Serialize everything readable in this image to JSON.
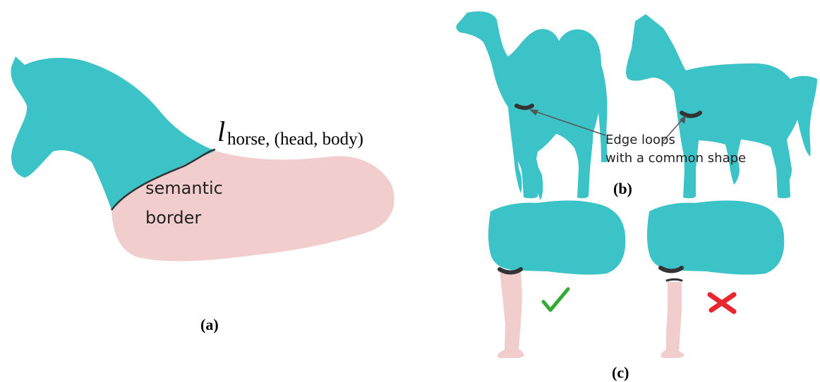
{
  "colors": {
    "part_teal": "#3cc3c7",
    "part_pink": "#f2cdcd",
    "border_dark": "#333333",
    "check_green": "#33aa33",
    "cross_red": "#e8262f"
  },
  "panel_a": {
    "label_symbol": "l",
    "label_subscript": "horse, (head, body)",
    "annotation_line1": "semantic",
    "annotation_line2": "border",
    "caption": "(a)"
  },
  "panel_b": {
    "annotation_line1": "Edge loops",
    "annotation_line2": "with a common shape",
    "caption": "(b)"
  },
  "panel_c": {
    "valid_mark": "check-icon",
    "invalid_mark": "cross-icon",
    "caption": "(c)"
  }
}
